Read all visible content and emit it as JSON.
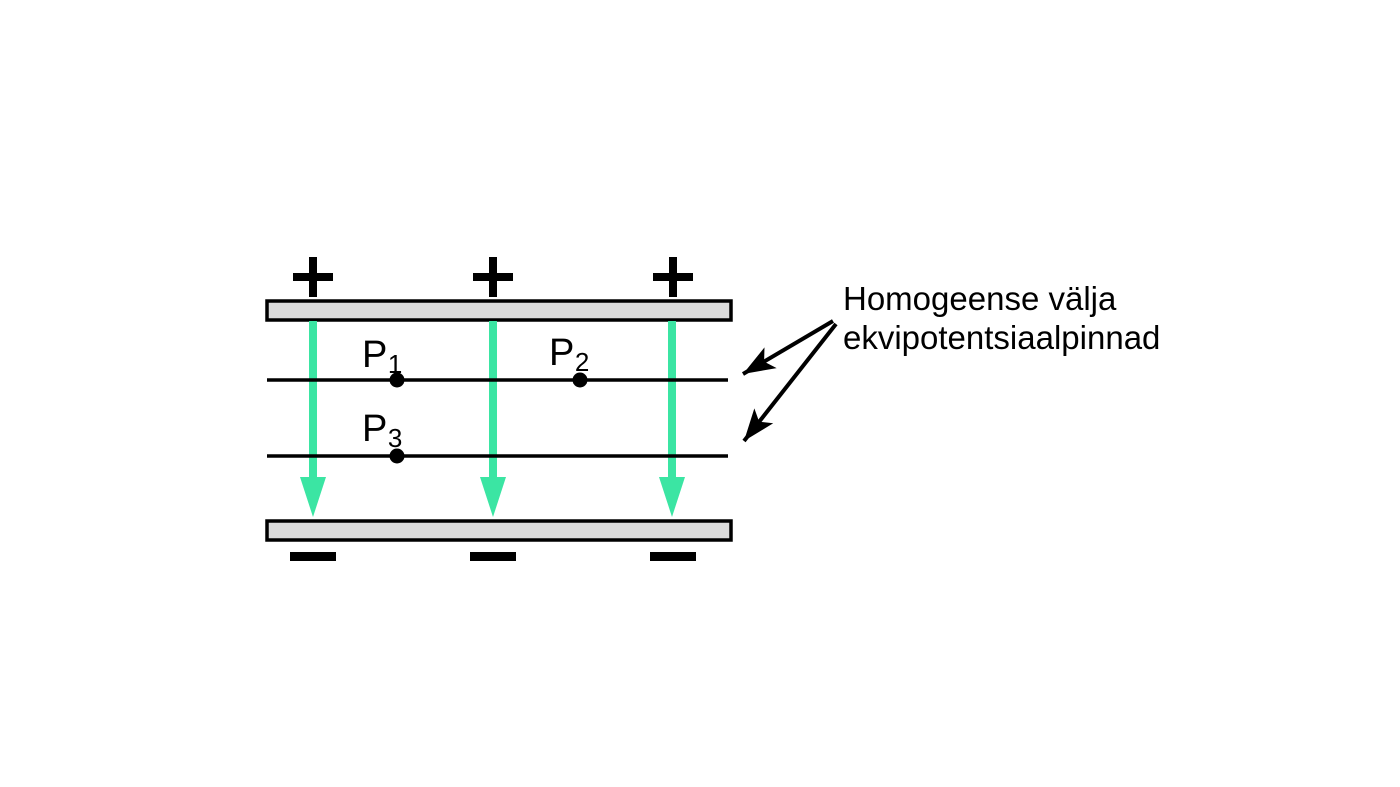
{
  "colors": {
    "background": "#FFFFFF",
    "ink": "#000000",
    "field_arrow_green": "#3BE5A3",
    "plate_fill": "#DBDBDB"
  },
  "caption": {
    "line1": "Homogeense välja",
    "line2": "ekvipotentsiaalpinnad"
  },
  "plates": {
    "top": {
      "charge_sign": "+",
      "charge_count": 3
    },
    "bottom": {
      "charge_sign": "−",
      "charge_count": 3
    }
  },
  "field_arrows": {
    "count": 3,
    "direction": "down"
  },
  "equipotential": {
    "line_count": 2,
    "points": [
      {
        "label": "P",
        "subscript": "1",
        "line": 1
      },
      {
        "label": "P",
        "subscript": "2",
        "line": 1
      },
      {
        "label": "P",
        "subscript": "3",
        "line": 2
      }
    ]
  }
}
